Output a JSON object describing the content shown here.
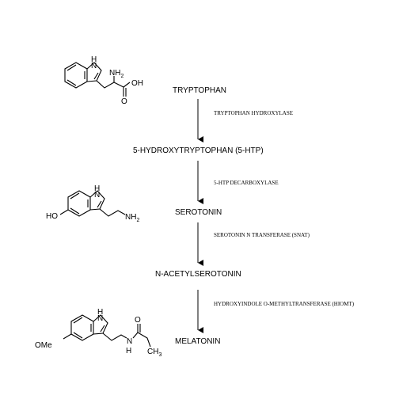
{
  "compounds": {
    "tryptophan": "TRYPTOPHAN",
    "htp": "5-HYDROXYTRYPTOPHAN (5-HTP)",
    "serotonin": "SEROTONIN",
    "nas": "N-ACETYLSEROTONIN",
    "melatonin": "MELATONIN"
  },
  "enzymes": {
    "e1": "TRYPTOPHAN HYDROXYLASE",
    "e2": "5-HTP DECARBOXYLASE",
    "e3": "SEROTONIN N TRANSFERASE (SNAT)",
    "e4": "HYDROXYINDOLE O-METHYLTRANSFERASE (HIOMT)"
  },
  "atoms": {
    "nh": "H",
    "n": "N",
    "nh2": "NH",
    "sub2": "2",
    "oh": "OH",
    "o": "O",
    "ho": "HO",
    "ome": "OMe",
    "ch3": "CH",
    "sub3": "3"
  }
}
